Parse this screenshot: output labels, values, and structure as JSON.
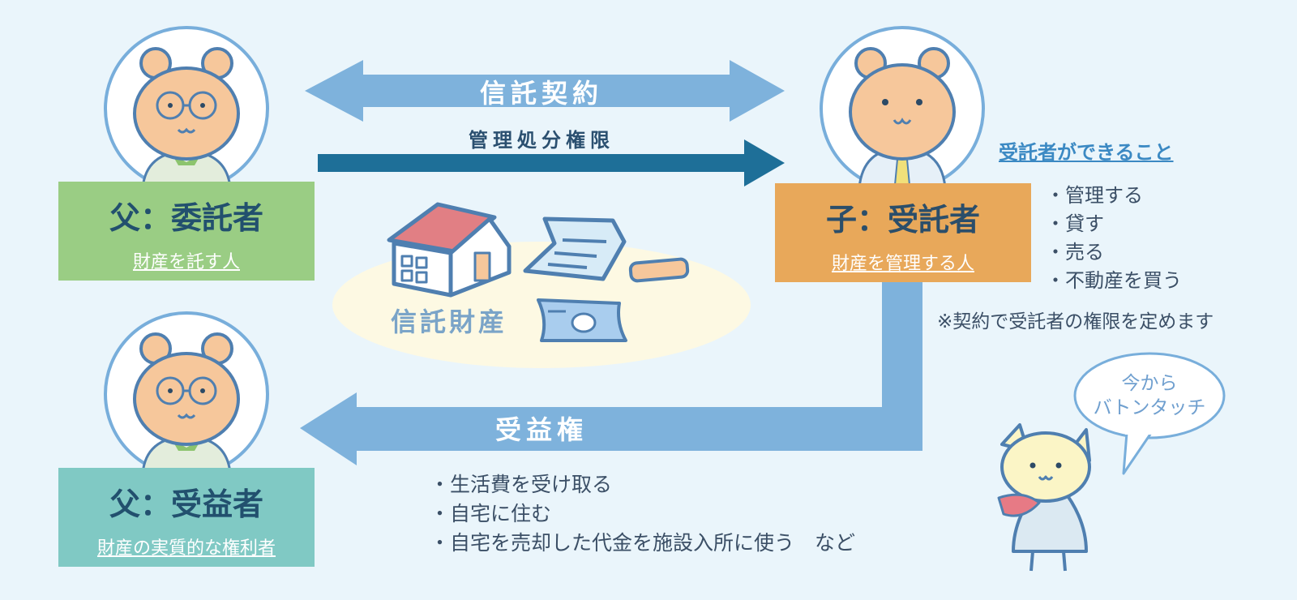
{
  "arrows": {
    "trust_contract": "信託契約",
    "management_authority": "管理処分権限",
    "beneficial_interest": "受益権"
  },
  "trustor": {
    "title": "父：委託者",
    "subtitle": "財産を託す人"
  },
  "trustee": {
    "title": "子：受託者",
    "subtitle": "財産を管理する人"
  },
  "beneficiary": {
    "title": "父：受益者",
    "subtitle": "財産の実質的な権利者"
  },
  "trust_property": {
    "label": "信託財産"
  },
  "trustee_can_do": {
    "title": "受託者ができること",
    "items": [
      "管理する",
      "貸す",
      "売る",
      "不動産を買う"
    ],
    "note": "※契約で受託者の権限を定めます"
  },
  "beneficiary_rights": {
    "items": [
      "生活費を受け取る",
      "自宅に住む",
      "自宅を売却した代金を施設入所に使う　など"
    ]
  },
  "speech_bubble": {
    "line1": "今から",
    "line2": "バトンタッチ"
  },
  "colors": {
    "background": "#eaf5fb",
    "arrow_light": "#7eb2dc",
    "arrow_dark": "#1e6f98",
    "trustor_box": "#9acd84",
    "trustee_box": "#e8a85a",
    "beneficiary_box": "#80c9c4",
    "bear_face": "#f6c79b"
  },
  "icons": [
    "bear-with-glasses-icon",
    "bear-icon",
    "house-icon",
    "document-icon",
    "seal-stamp-icon",
    "banknote-icon",
    "cat-icon"
  ]
}
